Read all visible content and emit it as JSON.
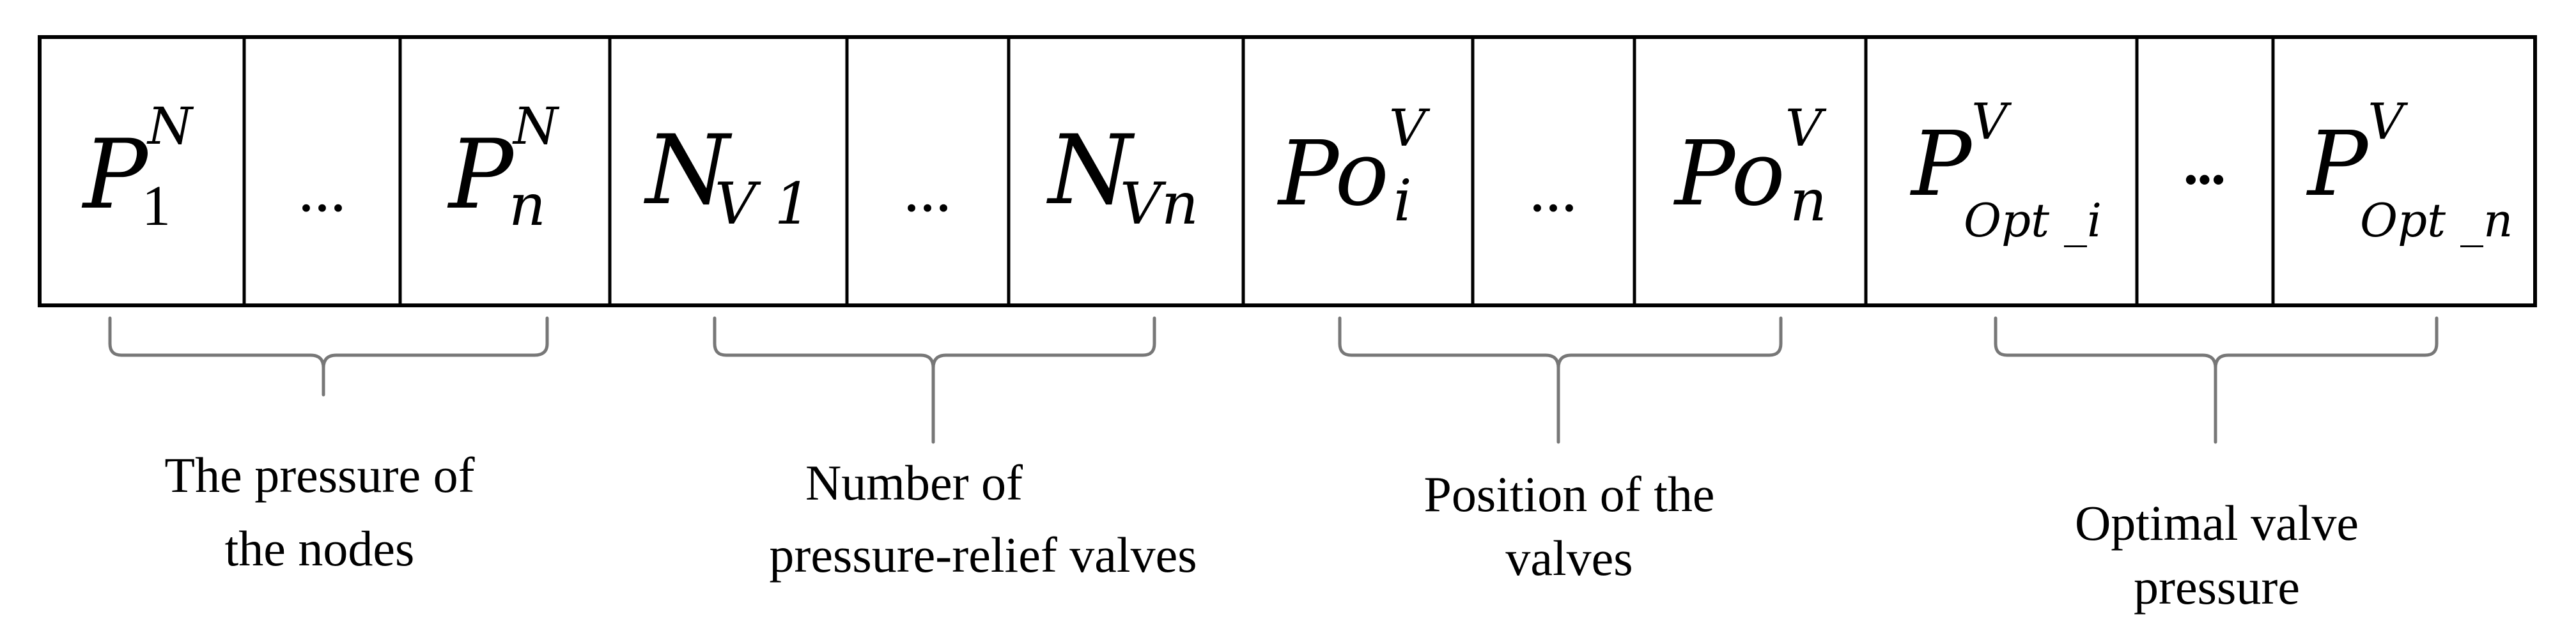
{
  "cells": [
    {
      "base": "P",
      "sub": "1",
      "sup": "N",
      "subItalic": false
    },
    {
      "dots": "..."
    },
    {
      "base": "P",
      "sub": "n",
      "sup": "N",
      "subItalic": true
    },
    {
      "base": "N",
      "sub": "V 1",
      "sup": "",
      "subItalic": true
    },
    {
      "dots": "..."
    },
    {
      "base": "N",
      "sub": "Vn",
      "sup": "",
      "subItalic": true
    },
    {
      "base": "Po",
      "sub": "i",
      "sup": "V",
      "subItalic": true
    },
    {
      "dots": "..."
    },
    {
      "base": "Po",
      "sub": "n",
      "sup": "V",
      "subItalic": true
    },
    {
      "base": "P",
      "sub": "Opt _i",
      "sup": "V",
      "subItalic": true
    },
    {
      "dots": "•••"
    },
    {
      "base": "P",
      "sub": "Opt _n",
      "sup": "V",
      "subItalic": true
    }
  ],
  "groups": [
    {
      "label_lines": [
        "The pressure of",
        "the nodes"
      ]
    },
    {
      "label_lines": [
        "Number of",
        "pressure-relief valves"
      ]
    },
    {
      "label_lines": [
        "Position of the",
        "valves"
      ]
    },
    {
      "label_lines": [
        "Optimal valve",
        "pressure"
      ]
    }
  ]
}
